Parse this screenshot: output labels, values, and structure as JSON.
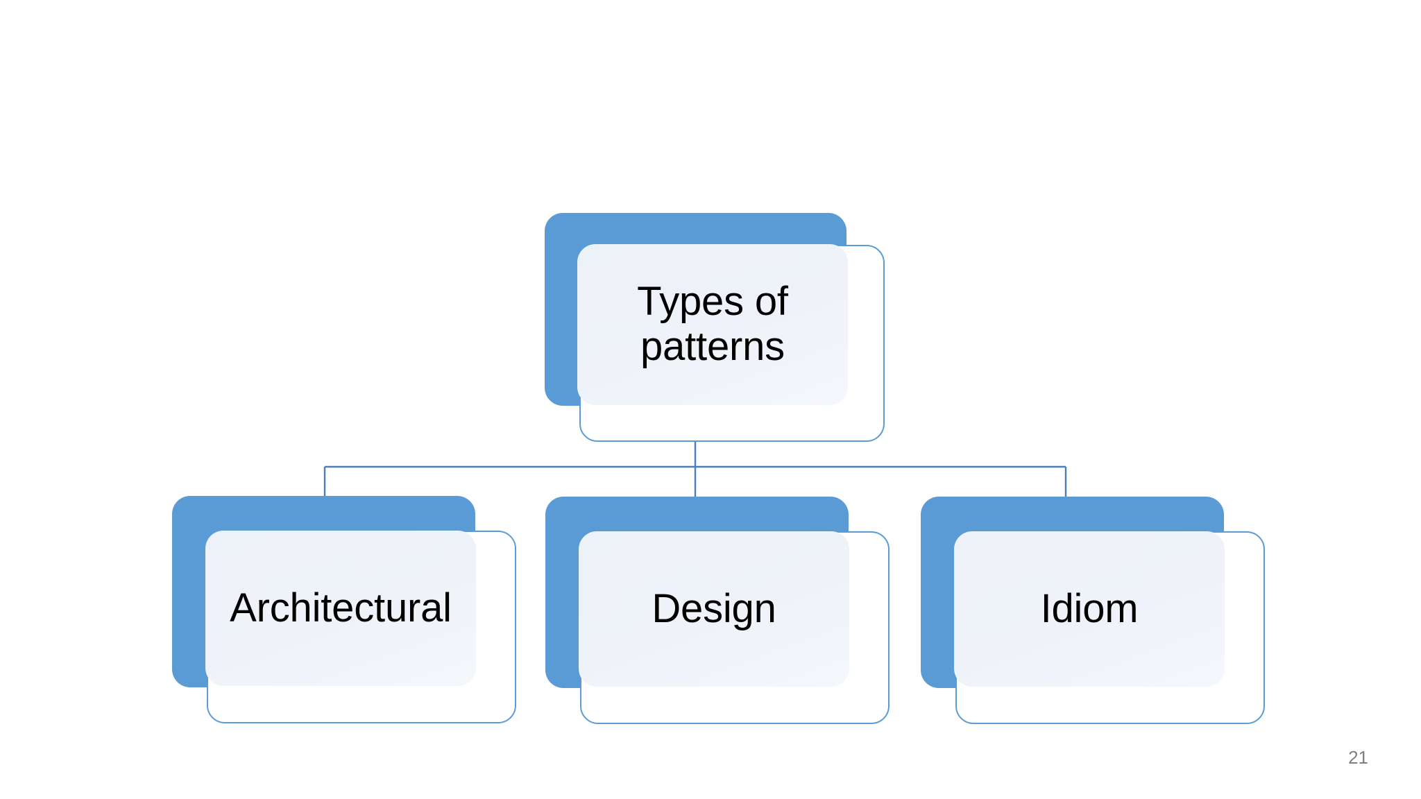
{
  "slide": {
    "background_color": "#FFFFFF",
    "page_number": "21"
  },
  "theme": {
    "accent_blue": "#5B9BD5",
    "node_fill_light": "#EEF2F9",
    "node_outline": "#5B9BD5",
    "text_color": "#000000",
    "page_number_color": "#808080"
  },
  "diagram": {
    "type": "hierarchy",
    "root": {
      "id": "types-of-patterns",
      "label": "Types of\npatterns"
    },
    "children": [
      {
        "id": "architectural",
        "label": "Architectural"
      },
      {
        "id": "design",
        "label": "Design"
      },
      {
        "id": "idiom",
        "label": "Idiom"
      }
    ],
    "connectors": {
      "style": "orthogonal-elbow",
      "color": "#4A7EBB",
      "stroke_width": 2
    }
  }
}
